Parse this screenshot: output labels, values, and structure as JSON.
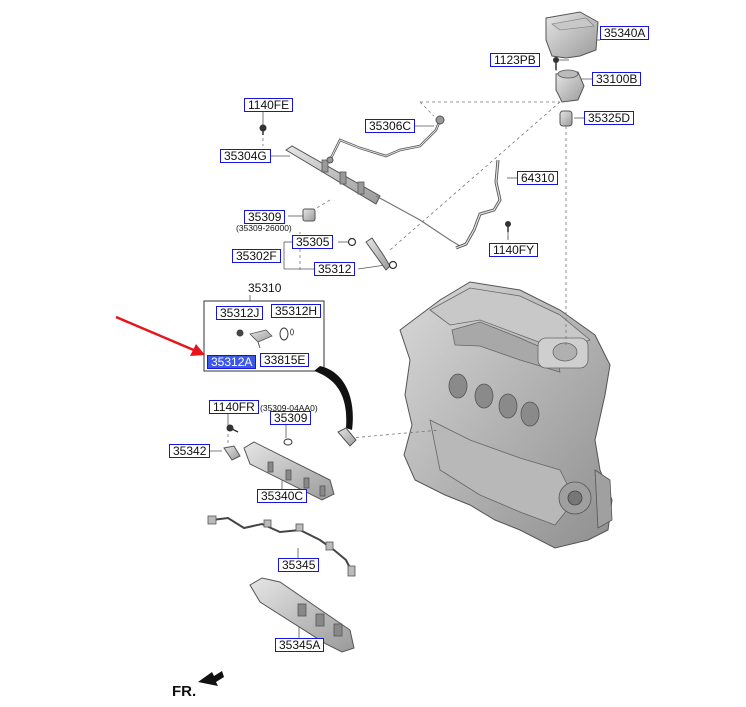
{
  "labels": {
    "c35340A": "35340A",
    "c1123PB": "1123PB",
    "c33100B": "33100B",
    "c35325D": "35325D",
    "c1140FE": "1140FE",
    "c35306C": "35306C",
    "c35304G": "35304G",
    "c64310": "64310",
    "c35309_top": "35309",
    "c35309_top_sub": "(35309-26000)",
    "c1140FY": "1140FY",
    "c35305": "35305",
    "c35302F": "35302F",
    "c35312": "35312",
    "c35310": "35310",
    "c35312J": "35312J",
    "c35312H": "35312H",
    "c35312A": "35312A",
    "c33815E": "33815E",
    "c1140FR": "1140FR",
    "c35309_low_sub": "(35309-04AA0)",
    "c35309_low": "35309",
    "c35342": "35342",
    "c35340C": "35340C",
    "c35345": "35345",
    "c35345A": "35345A",
    "fr": "FR."
  },
  "selected_part": "35312A",
  "colors": {
    "callout_border": "#1515e0",
    "selected_fill": "#3c58e6",
    "pointer_arrow": "#e8141c",
    "leader_line": "#555555"
  }
}
